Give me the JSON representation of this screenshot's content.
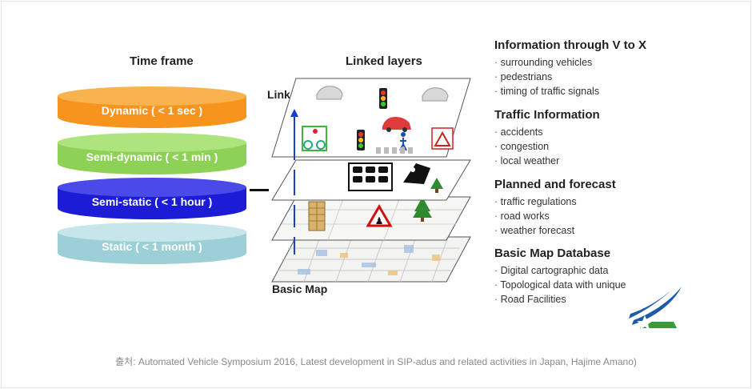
{
  "time_frame": {
    "title": "Time frame",
    "layers": [
      {
        "label": "Dynamic ( < 1 sec )",
        "color": "#f7941d",
        "top": "#f9b34e"
      },
      {
        "label": "Semi-dynamic ( < 1 min )",
        "color": "#8ed157",
        "top": "#aee47e"
      },
      {
        "label": "Semi-static ( < 1 hour )",
        "color": "#1c1cd6",
        "top": "#4a4ae8"
      },
      {
        "label": "Static ( < 1 month )",
        "color": "#9dcfd6",
        "top": "#c6e6ea"
      }
    ]
  },
  "linked_layers": {
    "title": "Linked layers",
    "link_label": "Link",
    "basic_map_label": "Basic Map"
  },
  "info": [
    {
      "title": "Information through V to X",
      "items": [
        "surrounding vehicles",
        "pedestrians",
        "timing of traffic signals"
      ]
    },
    {
      "title": "Traffic Information",
      "items": [
        "accidents",
        "congestion",
        "local weather"
      ]
    },
    {
      "title": "Planned and forecast",
      "items": [
        "traffic regulations",
        "road works",
        "weather forecast"
      ]
    },
    {
      "title": "Basic Map Database",
      "items": [
        "Digital cartographic data",
        "Topological data with unique",
        "Road Facilities"
      ]
    }
  ],
  "credit": "출처: Automated Vehicle Symposium 2016, Latest development in SIP-adus and related activities in Japan, Hajime Amano)",
  "colors": {
    "logo_blue": "#1e5aa8",
    "logo_green": "#3b9a3b"
  }
}
